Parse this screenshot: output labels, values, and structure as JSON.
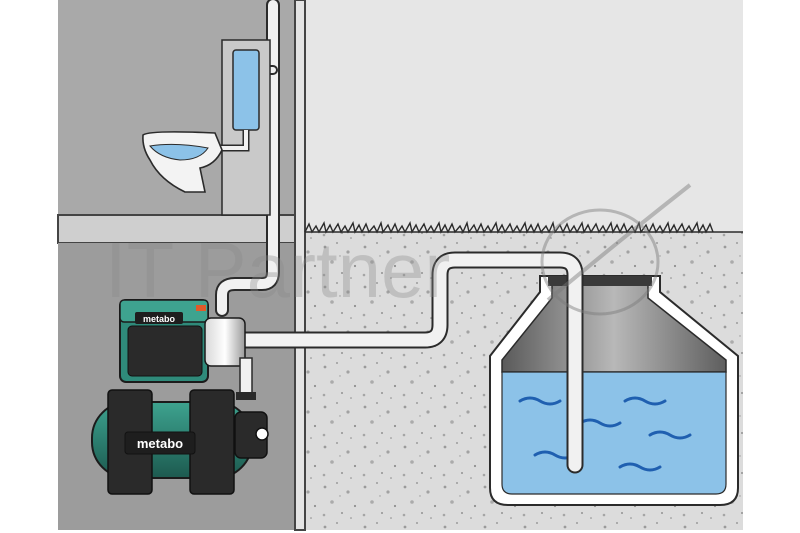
{
  "illustration": {
    "watermark": {
      "text": "IT Partner"
    },
    "pump": {
      "brand_top": "metabo",
      "brand_tank": "metabo"
    }
  },
  "colors": {
    "interior_wall": "#8e8e8e",
    "upper_room": "#a6a6a6",
    "lower_room": "#9a9a9a",
    "sky": "#e6e6e6",
    "soil": "#dedede",
    "pipe": "#f1f1f1",
    "water": "#8cc2e8",
    "pump_green": "#2f8a7a",
    "pump_dark": "#2a2a2a"
  },
  "icons": [
    "toilet-icon",
    "cistern-icon",
    "pump-icon",
    "pressure-tank-icon",
    "cistern-tank-icon",
    "grass-icon",
    "watermark-logo-icon"
  ]
}
